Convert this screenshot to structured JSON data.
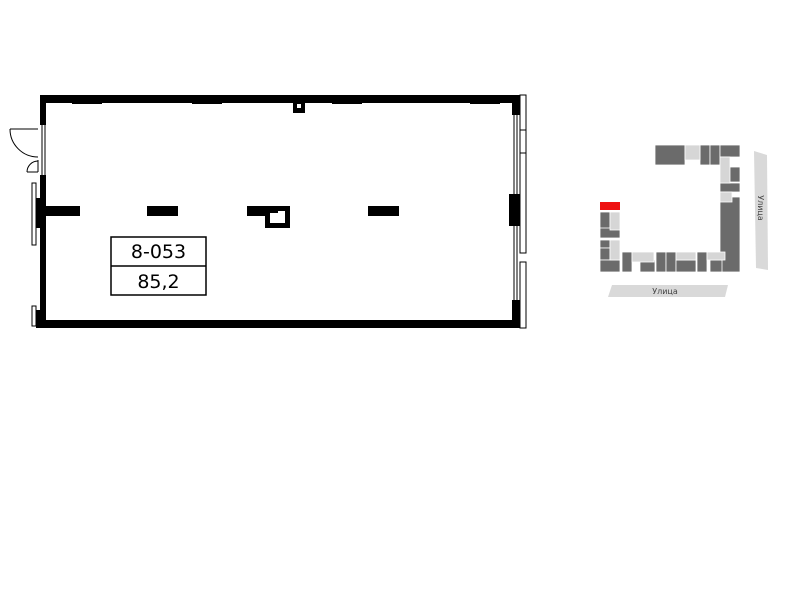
{
  "unit": {
    "number": "8-053",
    "area": "85,2"
  },
  "site_plan": {
    "street_bottom": "Улица",
    "street_right": "Улица",
    "highlight_color": "#ee1111",
    "building_color": "#6b6b6b",
    "stair_color": "#d6d6d6",
    "street_color": "#d9d9d9"
  }
}
